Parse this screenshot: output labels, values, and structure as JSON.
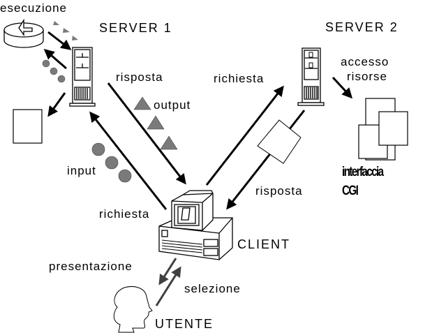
{
  "labels": {
    "esecuzione": "esecuzione",
    "server1": "SERVER 1",
    "server2": "SERVER 2",
    "risposta_s1": "risposta",
    "output": "output",
    "richiesta_s2": "richiesta",
    "accesso": "accesso",
    "risorse": "risorse",
    "interfaccia": "interfaccia",
    "cgi": "CGI",
    "input": "input",
    "richiesta_s1": "richiesta",
    "risposta_s2": "risposta",
    "client": "CLIENT",
    "presentazione": "presentazione",
    "selezione": "selezione",
    "utente": "UTENTE"
  },
  "colors": {
    "line": "#000000",
    "token_fill": "#7a7a7a",
    "user_arrow": "#404040",
    "background": "#ffffff"
  }
}
